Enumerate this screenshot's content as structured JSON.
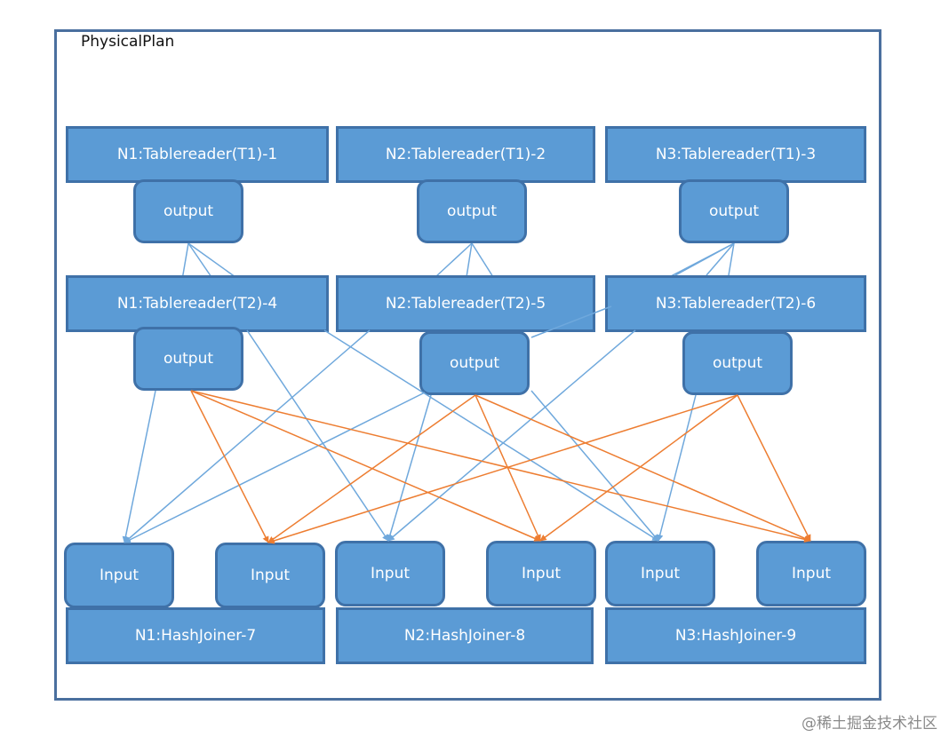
{
  "diagram": {
    "title": "PhysicalPlan",
    "readers_t1": [
      {
        "label": "N1:Tablereader(T1)-1",
        "output": "output"
      },
      {
        "label": "N2:Tablereader(T1)-2",
        "output": "output"
      },
      {
        "label": "N3:Tablereader(T1)-3",
        "output": "output"
      }
    ],
    "readers_t2": [
      {
        "label": "N1:Tablereader(T2)-4",
        "output": "output"
      },
      {
        "label": "N2:Tablereader(T2)-5",
        "output": "output"
      },
      {
        "label": "N3:Tablereader(T2)-6",
        "output": "output"
      }
    ],
    "joiners": [
      {
        "label": "N1:HashJoiner-7",
        "inputs": [
          "Input",
          "Input"
        ]
      },
      {
        "label": "N2:HashJoiner-8",
        "inputs": [
          "Input",
          "Input"
        ]
      },
      {
        "label": "N3:HashJoiner-9",
        "inputs": [
          "Input",
          "Input"
        ]
      }
    ],
    "colors": {
      "node_fill": "#5b9bd5",
      "node_border": "#3f71a8",
      "edge_blue": "#6fa8dc",
      "edge_orange": "#ed7d31"
    }
  },
  "watermark": "@稀土掘金技术社区"
}
